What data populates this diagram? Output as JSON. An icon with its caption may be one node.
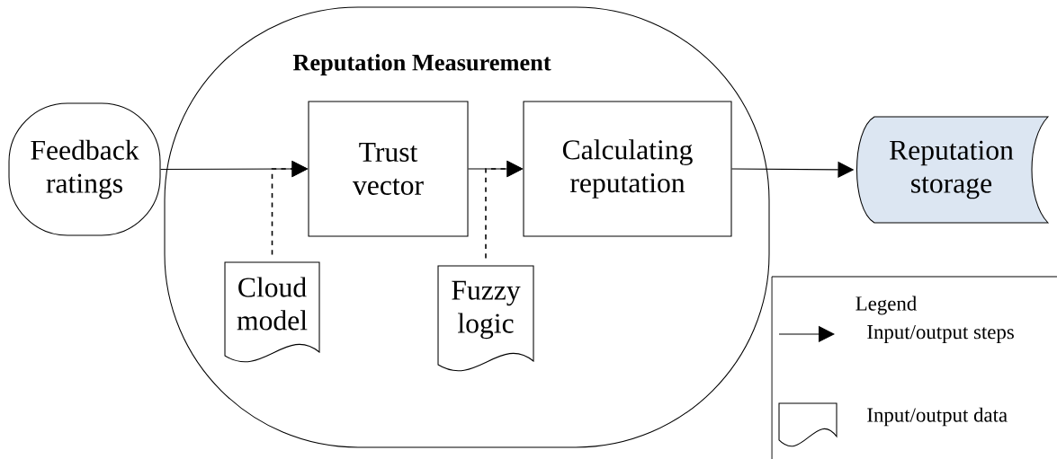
{
  "diagram": {
    "nodes": [
      {
        "text": [
          "Reputation Measurement"
        ]
      },
      {
        "text": [
          "Feedback ratings"
        ]
      },
      {
        "text": [
          "Trust vector"
        ],
        "in": 0
      },
      {
        "text": [
          "Calculating reputation"
        ],
        "in": 0
      },
      {
        "text": [
          "Reputation storage"
        ]
      },
      {
        "text": [
          "Cloud model"
        ],
        "in": 0
      },
      {
        "text": [
          "Fuzzy logic"
        ],
        "in": 0
      }
    ],
    "edges": [
      {
        "from": 1,
        "to": 2,
        "arrow": "to"
      },
      {
        "from": 2,
        "to": 3,
        "arrow": "to"
      },
      {
        "from": 3,
        "to": 4,
        "arrow": "to"
      },
      {
        "from": 5,
        "to": 2,
        "arrow": "to",
        "style": "dashed"
      },
      {
        "from": 6,
        "to": 3,
        "arrow": "to",
        "style": "dashed"
      }
    ],
    "labels": [
      "Legend"
    ],
    "legend": [
      {
        "text": "Input/output steps"
      },
      {
        "text": "Input/output data"
      }
    ]
  }
}
